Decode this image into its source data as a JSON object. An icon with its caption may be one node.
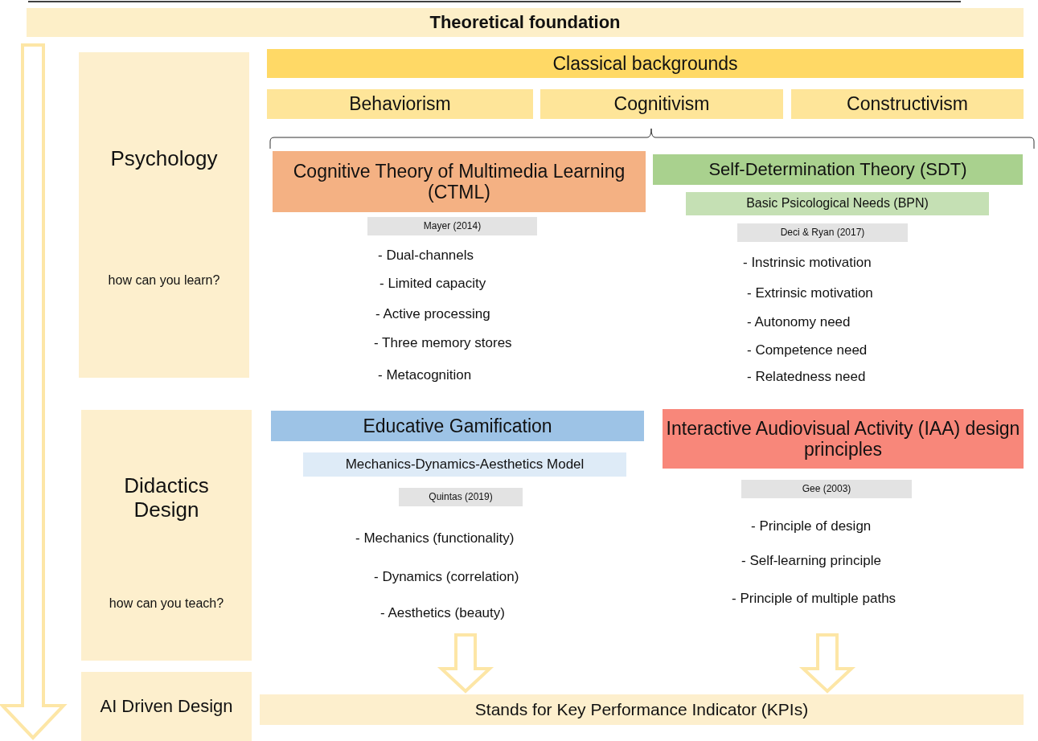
{
  "diagram": {
    "nodes": [
      {
        "text": [
          "Theoretical foundation"
        ]
      },
      {
        "text": [
          "Psychology",
          "how can you learn?"
        ]
      },
      {
        "text": [
          "Classical backgrounds"
        ]
      },
      {
        "text": [
          "Behaviorism"
        ]
      },
      {
        "text": [
          "Cognitivism"
        ]
      },
      {
        "text": [
          "Constructivism"
        ]
      },
      {
        "text": [
          "Cognitive Theory of Multimedia Learning (CTML)"
        ]
      },
      {
        "text": [
          "Self-Determination Theory (SDT)"
        ]
      },
      {
        "text": [
          "Basic Psicological Needs (BPN)"
        ]
      },
      {
        "text": [
          "Mayer (2014)"
        ]
      },
      {
        "text": [
          "Deci & Ryan (2017)"
        ]
      },
      {
        "text": [
          "Didactics Design",
          "how can you teach?"
        ]
      },
      {
        "text": [
          "Educative Gamification"
        ]
      },
      {
        "text": [
          "Mechanics-Dynamics-Aesthetics  Model"
        ]
      },
      {
        "text": [
          "Quintas (2019)"
        ]
      },
      {
        "text": [
          "Interactive Audiovisual Activity (IAA) design principles"
        ]
      },
      {
        "text": [
          "Gee (2003)"
        ]
      },
      {
        "text": [
          "AI Driven Design"
        ]
      },
      {
        "text": [
          "Stands for Key Performance Indicator (KPIs)"
        ]
      }
    ],
    "edges": [
      {
        "from": null,
        "to": 18,
        "arrow": "to"
      },
      {
        "from": null,
        "to": 18,
        "arrow": "to"
      }
    ],
    "labels": [
      "- Dual-channels",
      "- Limited capacity",
      "- Active processing",
      "- Three memory stores",
      "- Metacognition",
      "- Instrinsic motivation",
      "- Extrinsic motivation",
      "- Autonomy need",
      "- Competence need",
      "- Relatedness need",
      "- Mechanics (functionality)",
      "- Dynamics (correlation)",
      "- Aesthetics (beauty)",
      "- Principle of design",
      "- Self-learning principle",
      "- Principle of multiple paths"
    ]
  }
}
